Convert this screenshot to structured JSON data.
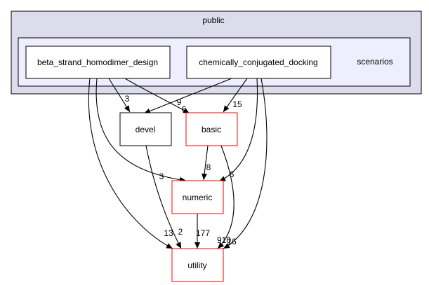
{
  "diagram": {
    "outer_cluster": {
      "label": "public",
      "fill": "#dcdcec",
      "stroke": "#000000"
    },
    "inner_cluster": {
      "label": "scenarios",
      "fill": "#eeeeff",
      "stroke": "#000000"
    },
    "nodes": {
      "beta": {
        "label": "beta_strand_homodimer_design",
        "stroke": "#000000"
      },
      "chem": {
        "label": "chemically_conjugated_docking",
        "stroke": "#000000"
      },
      "devel": {
        "label": "devel",
        "stroke": "#000000"
      },
      "basic": {
        "label": "basic",
        "stroke": "#ff0000"
      },
      "numeric": {
        "label": "numeric",
        "stroke": "#ff0000"
      },
      "utility": {
        "label": "utility",
        "stroke": "#ff0000"
      }
    },
    "edge_labels": {
      "beta_devel": "3",
      "beta_basic": "9",
      "beta_basic_2": "6",
      "chem_basic": "15",
      "beta_numeric": "3",
      "basic_numeric": "8",
      "chem_numeric": "6",
      "beta_utility": "13",
      "devel_utility": "2",
      "numeric_utility": "177",
      "basic_utility": "910",
      "chem_utility": "16"
    }
  }
}
